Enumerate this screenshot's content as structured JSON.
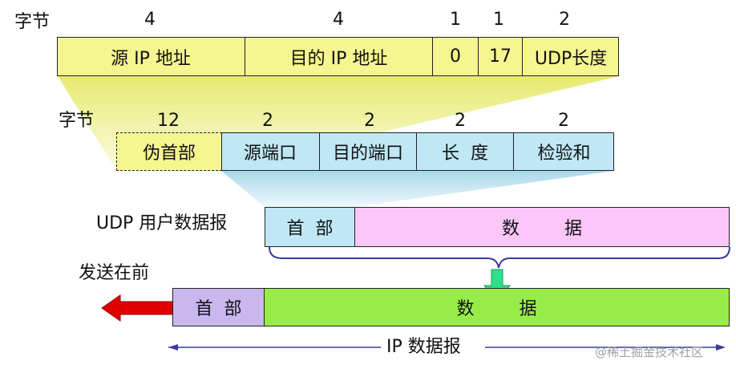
{
  "row1": {
    "bytes_label": "字节",
    "byte_counts": [
      "4",
      "4",
      "1",
      "1",
      "2"
    ],
    "fields": [
      "源 IP 地址",
      "目的 IP 地址",
      "0",
      "17",
      "UDP长度"
    ]
  },
  "row2": {
    "bytes_label": "字节",
    "byte_counts": [
      "12",
      "2",
      "2",
      "2",
      "2"
    ],
    "fields": [
      "伪首部",
      "源端口",
      "目的端口",
      "长  度",
      "检验和"
    ]
  },
  "udp": {
    "label": "UDP 用户数据报",
    "header": "首  部",
    "data": "数        据"
  },
  "ip": {
    "send_first": "发送在前",
    "header": "首  部",
    "data": "数        据",
    "label": "IP 数据报"
  },
  "watermark": "@稀土掘金技术社区",
  "colors": {
    "pseudo_fill": "#f6f690",
    "udp_header_fill": "#bfe7f5",
    "udp_data_fill": "#fbc6f8",
    "ip_header_fill": "#c9b7ee",
    "ip_data_fill": "#98ec48",
    "arrow_red": "#e00000",
    "arrow_green": "#2fe08a"
  }
}
